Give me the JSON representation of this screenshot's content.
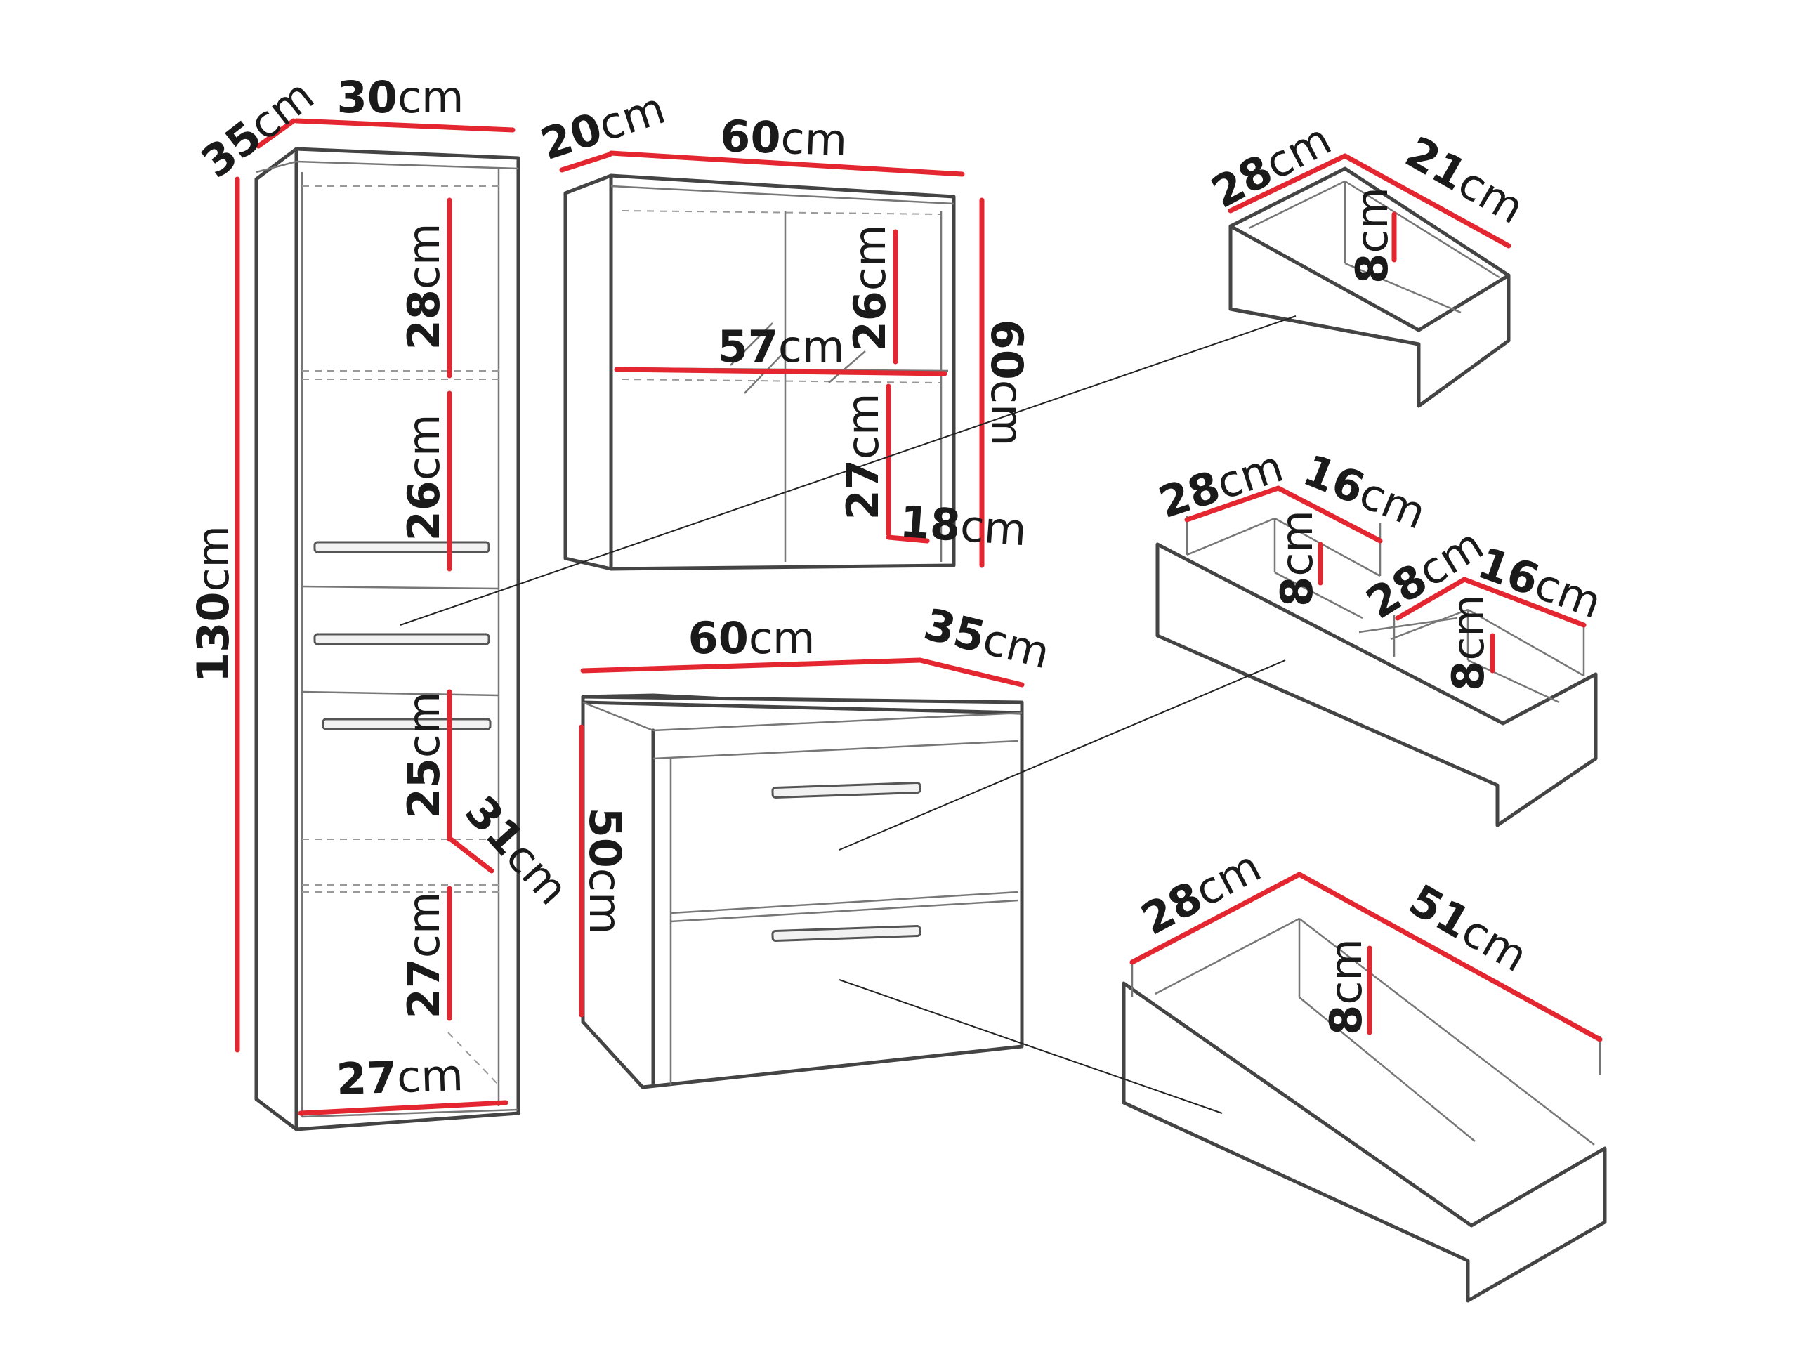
{
  "colors": {
    "dimension_line": "#e3262f",
    "outline": "#444444",
    "background": "#ffffff",
    "text": "#1a1a1a"
  },
  "unit": "cm",
  "tall_cabinet": {
    "depth": "35",
    "width": "30",
    "height": "130",
    "shelf_top": "28",
    "shelf_mid": "26",
    "shelf_lower": "25",
    "inner_depth": "31",
    "shelf_bottom": "27",
    "inner_width": "27"
  },
  "wall_cabinet": {
    "depth": "20",
    "width": "60",
    "height": "60",
    "inner_width": "57",
    "upper_height": "26",
    "lower_height": "27",
    "inner_depth": "18"
  },
  "base_cabinet": {
    "width": "60",
    "depth": "35",
    "height": "50"
  },
  "drawer_small": {
    "width": "28",
    "depth": "21",
    "height": "8"
  },
  "drawer_double": {
    "left_width": "28",
    "left_depth": "16",
    "left_height": "8",
    "right_width": "28",
    "right_depth": "16",
    "right_height": "8"
  },
  "drawer_large": {
    "width": "28",
    "depth": "51",
    "height": "8"
  }
}
